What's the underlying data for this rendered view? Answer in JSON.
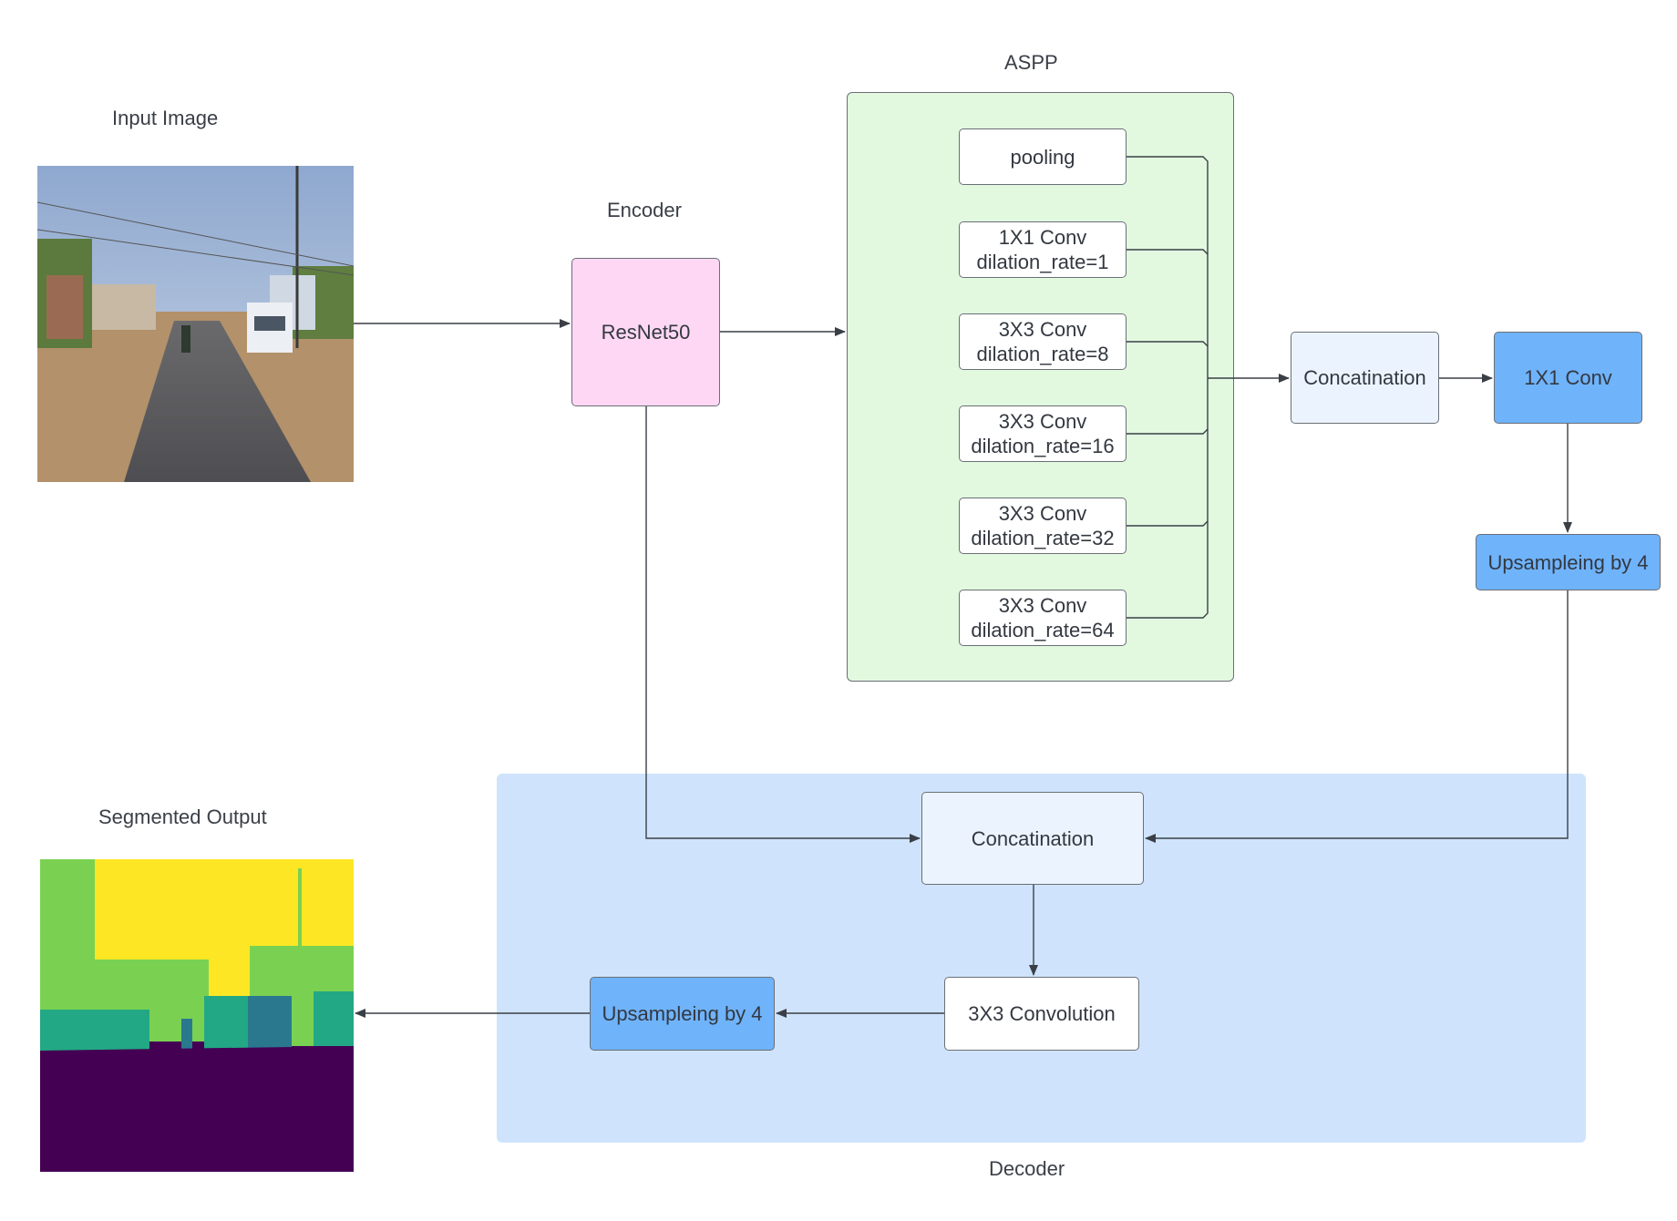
{
  "labels": {
    "input_image": "Input Image",
    "encoder": "Encoder",
    "aspp": "ASPP",
    "segmented_output": "Segmented Output",
    "decoder": "Decoder"
  },
  "encoder": {
    "resnet": "ResNet50"
  },
  "aspp_branches": [
    {
      "line1": "pooling",
      "line2": ""
    },
    {
      "line1": "1X1 Conv",
      "line2": "dilation_rate=1"
    },
    {
      "line1": "3X3 Conv",
      "line2": "dilation_rate=8"
    },
    {
      "line1": "3X3 Conv",
      "line2": "dilation_rate=16"
    },
    {
      "line1": "3X3 Conv",
      "line2": "dilation_rate=32"
    },
    {
      "line1": "3X3 Conv",
      "line2": "dilation_rate=64"
    }
  ],
  "aspp_concat": "Concatination",
  "aspp_conv1x1": "1X1 Conv",
  "upsample_right": "Upsampleing by 4",
  "decoder": {
    "concat": "Concatination",
    "conv3x3": "3X3 Convolution",
    "upsample": "Upsampleing by 4"
  },
  "colors": {
    "encoder_fill": "#fdd7f3",
    "aspp_panel_fill": "#e2f9e0",
    "decoder_panel_fill": "#cfe4fc",
    "light_box_fill": "#ebf4fe",
    "dark_blue_fill": "#6fb3fb",
    "arrow": "#3a3f47"
  }
}
